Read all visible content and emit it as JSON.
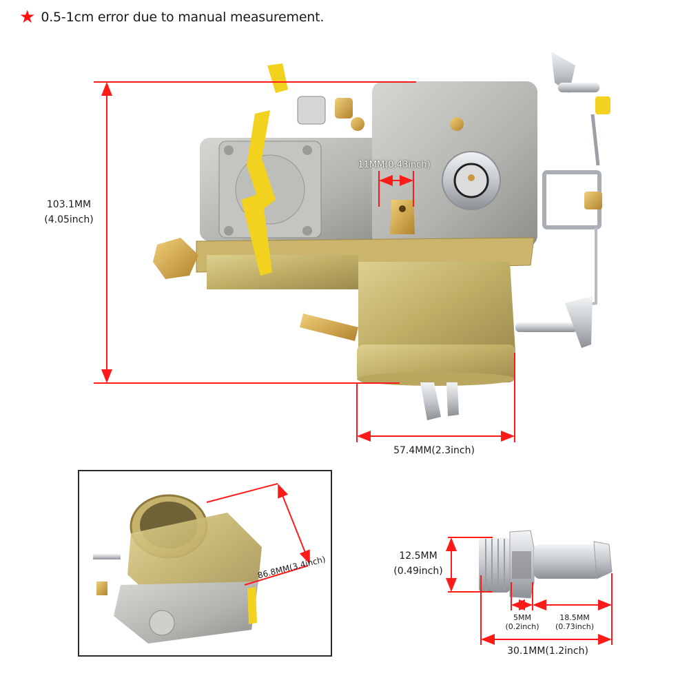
{
  "note": {
    "icon": "star-icon",
    "icon_color": "#ff1010",
    "text": "0.5-1cm error due to manual measurement."
  },
  "main_view": {
    "height_label": "103.1MM",
    "height_label_inch": "(4.05inch)",
    "inlet_label": "11MM(0.43inch)",
    "base_width_label": "57.4MM(2.3inch)"
  },
  "inset_view": {
    "depth_label": "86.8MM(3.4inch)"
  },
  "fitting_view": {
    "thread_diameter_label": "12.5MM",
    "thread_diameter_label_inch": "(0.49inch)",
    "hex_width_label": "5MM",
    "hex_width_label_inch": "(0.2inch)",
    "barb_length_label": "18.5MM",
    "barb_length_label_inch": "(0.73inch)",
    "total_length_label": "30.1MM(1.2inch)"
  },
  "colors": {
    "dimension_line": "#ff1a1a",
    "zinc_body": "#c9b46a",
    "aluminum_body": "#b8b8b4",
    "yellow_lever": "#f2d21e",
    "brass": "#d3a449",
    "inset_border": "#2a2a2a"
  }
}
